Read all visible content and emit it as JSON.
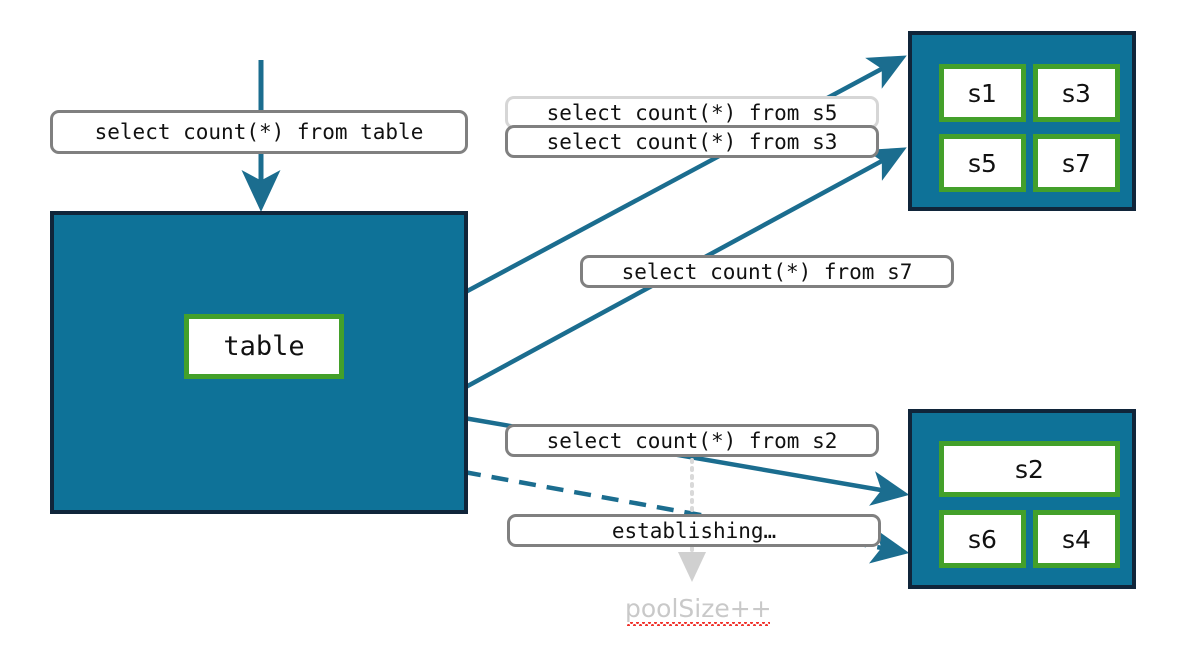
{
  "diagram": {
    "title": "Connection pool query routing",
    "colors": {
      "container_fill": "#0e7298",
      "container_border": "#10253a",
      "node_border": "#43a02a",
      "node_fill": "#ffffff",
      "edge": "#1b6d8f",
      "label_border": "#808080",
      "label_border_faded": "#d6d6d6",
      "annotation_text": "#c9c9c9",
      "spellcheck_underline": "#f0342e",
      "dotted_guide": "#d9d9d9"
    },
    "entry_query": {
      "text": "select count(*) from table"
    },
    "table_box": {
      "node_label": "table"
    },
    "pool_top": {
      "servers": [
        {
          "label": "s1"
        },
        {
          "label": "s3"
        },
        {
          "label": "s5"
        },
        {
          "label": "s7"
        }
      ]
    },
    "pool_bottom": {
      "servers": [
        {
          "label": "s2"
        },
        {
          "label": "s6"
        },
        {
          "label": "s4"
        }
      ]
    },
    "queries": [
      {
        "text": "select count(*) from s5",
        "state": "faded"
      },
      {
        "text": "select count(*) from s3",
        "state": "active"
      },
      {
        "text": "select count(*) from s7",
        "state": "active"
      },
      {
        "text": "select count(*) from s2",
        "state": "active"
      }
    ],
    "status_label": {
      "text": "establishing…"
    },
    "annotation": {
      "text": "poolSize++"
    }
  }
}
